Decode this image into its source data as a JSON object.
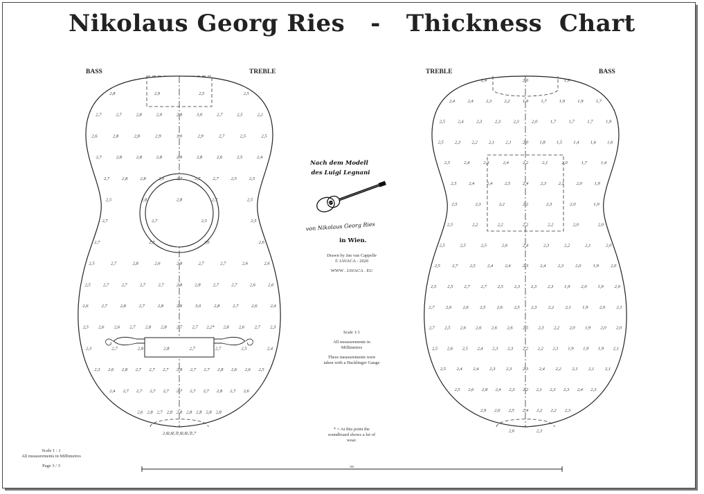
{
  "title": "Nikolaus Georg Ries   -   Thickness  Chart",
  "left_labels": {
    "bass": "BASS",
    "treble": "TREBLE"
  },
  "right_labels": {
    "treble": "TREBLE",
    "bass": "BASS"
  },
  "logo": {
    "line1": "Nach dem Modell",
    "line2": "des Luigi Legnani",
    "line3": "von Nikolaus Georg Ries",
    "line4": "in Wien."
  },
  "credits": {
    "drawn_by": "Drawn   by   Jan  van  Cappelle",
    "copyright": "©  JAVACA   -   2020",
    "website": "WWW . JAVACA . EU"
  },
  "center_notes": {
    "scale": "Scale 1:1",
    "measurements": "All measurements in Millimetres",
    "gauge": "These measurements were taken with a Hacklinger Gauge",
    "wear_note": "* = At this point the soundboard shows a lot of wear."
  },
  "bottom_left": {
    "scale": "Scale 1 : 1",
    "measurements": "All measurements in Millimetres",
    "page": "Page 3 / 3"
  },
  "scale_bar_label": "500",
  "colors": {
    "line": "#222222",
    "frame": "#444444",
    "text": "#333333"
  },
  "soundboard_measurements": [
    {
      "row": 1,
      "values": [
        "2,8",
        "2,9",
        "2,5",
        "2,5"
      ]
    },
    {
      "row": 2,
      "values": [
        "2,7",
        "2,7",
        "2,8",
        "2,9",
        "2,8",
        "3,0",
        "2,7",
        "2,5",
        "2,2"
      ]
    },
    {
      "row": 3,
      "values": [
        "2,6",
        "2,8",
        "2,8",
        "2,9",
        "3,0",
        "2,9",
        "2,7",
        "2,5",
        "2,5"
      ]
    },
    {
      "row": 4,
      "values": [
        "2,7",
        "2,8",
        "2,8",
        "2,8",
        "2,9",
        "2,8",
        "2,6",
        "2,5",
        "2,4"
      ]
    },
    {
      "row": 5,
      "values": [
        "2,7",
        "2,8",
        "2,8",
        "2,9",
        "2,7",
        "2,7",
        "2,7",
        "2,5",
        "2,5"
      ]
    },
    {
      "row": 6,
      "values": [
        "2,5",
        "2,8",
        "2,8",
        "2,7",
        "2,5"
      ]
    },
    {
      "row": 7,
      "values": [
        "2,7",
        "2,7",
        "2,5",
        "2,5"
      ]
    },
    {
      "row": 8,
      "values": [
        "2,7",
        "2,7",
        "2,6",
        "2,6"
      ]
    },
    {
      "row": 9,
      "values": [
        "2,5",
        "2,7",
        "2,8",
        "2,6",
        "2,8",
        "2,7",
        "2,7",
        "2,6",
        "2,6"
      ]
    },
    {
      "row": 10,
      "values": [
        "2,5",
        "2,7",
        "2,7",
        "2,7",
        "2,7",
        "2,8",
        "2,8",
        "2,7",
        "2,7",
        "2,6",
        "2,6"
      ]
    },
    {
      "row": 11,
      "values": [
        "2,6",
        "2,7",
        "2,8",
        "2,7",
        "2,8",
        "2,9",
        "3,0",
        "2,8",
        "2,7",
        "2,6",
        "2,4"
      ]
    },
    {
      "row": 12,
      "values": [
        "2,5",
        "2,6",
        "2,6",
        "2,7",
        "2,8",
        "2,8",
        "2,7",
        "2,7",
        "2,2*",
        "2,8",
        "2,6",
        "2,7",
        "2,3"
      ]
    },
    {
      "row": 13,
      "values": [
        "2,3",
        "2,7",
        "2,8",
        "2,8",
        "2,7",
        "2,7",
        "2,5",
        "2,4"
      ]
    },
    {
      "row": 14,
      "values": [
        "2,3",
        "2,6",
        "2,8",
        "2,7",
        "2,7",
        "2,7",
        "2,8",
        "2,7",
        "2,7",
        "2,8",
        "2,6",
        "2,6",
        "2,5"
      ]
    },
    {
      "row": 15,
      "values": [
        "2,4",
        "2,7",
        "2,7",
        "2,7",
        "2,7",
        "2,7",
        "2,7",
        "2,7",
        "2,8",
        "2,7",
        "2,6"
      ]
    },
    {
      "row": 16,
      "values": [
        "2,6",
        "2,8",
        "2,7",
        "2,8",
        "2,8",
        "2,8",
        "2,8",
        "2,8",
        "2,8"
      ]
    },
    {
      "row": 17,
      "values": [
        "2,6",
        "2,6",
        "2,7",
        "2,6",
        "2,6",
        "2,7",
        "2,7"
      ]
    }
  ],
  "back_measurements": [
    {
      "row": 1,
      "values": [
        "2,4",
        "2,0",
        "1,9"
      ]
    },
    {
      "row": 2,
      "values": [
        "2,4",
        "2,4",
        "2,3",
        "2,2",
        "1,9",
        "1,7",
        "1,9",
        "1,9",
        "1,7"
      ]
    },
    {
      "row": 3,
      "values": [
        "2,5",
        "2,4",
        "2,3",
        "2,3",
        "2,3",
        "2,0",
        "1,7",
        "1,7",
        "1,7",
        "1,9"
      ]
    },
    {
      "row": 4,
      "values": [
        "2,5",
        "2,3",
        "2,2",
        "2,1",
        "2,1",
        "2,0",
        "1,8",
        "1,5",
        "1,4",
        "1,6",
        "1,6"
      ]
    },
    {
      "row": 5,
      "values": [
        "2,5",
        "2,4",
        "2,3",
        "2,4",
        "2,2",
        "2,1",
        "2,0",
        "1,7",
        "1,4"
      ]
    },
    {
      "row": 6,
      "values": [
        "2,5",
        "2,4",
        "2,4",
        "2,5",
        "2,4",
        "2,3",
        "2,1",
        "2,0",
        "1,9"
      ]
    },
    {
      "row": 7,
      "values": [
        "2,5",
        "2,3",
        "2,2",
        "2,2",
        "2,3",
        "2,0",
        "1,9"
      ]
    },
    {
      "row": 8,
      "values": [
        "2,5",
        "2,2",
        "2,2",
        "2,2",
        "2,2",
        "2,0",
        "2,0"
      ]
    },
    {
      "row": 9,
      "values": [
        "2,5",
        "2,5",
        "2,5",
        "2,6",
        "2,4",
        "2,3",
        "2,2",
        "2,1",
        "2,0"
      ]
    },
    {
      "row": 10,
      "values": [
        "2,5",
        "2,7",
        "2,5",
        "2,4",
        "2,4",
        "2,3",
        "2,4",
        "2,3",
        "2,0",
        "1,9",
        "2,0"
      ]
    },
    {
      "row": 11,
      "values": [
        "2,5",
        "2,5",
        "2,7",
        "2,7",
        "2,5",
        "2,3",
        "2,3",
        "2,3",
        "1,9",
        "2,0",
        "1,9",
        "2,0"
      ]
    },
    {
      "row": 12,
      "values": [
        "2,7",
        "2,6",
        "2,6",
        "2,5",
        "2,6",
        "2,5",
        "2,3",
        "2,2",
        "2,1",
        "1,9",
        "2,0",
        "2,1"
      ]
    },
    {
      "row": 13,
      "values": [
        "2,7",
        "2,5",
        "2,6",
        "2,6",
        "2,6",
        "2,6",
        "2,5",
        "2,3",
        "2,2",
        "2,0",
        "1,9",
        "2,0",
        "2,0"
      ]
    },
    {
      "row": 14,
      "values": [
        "2,5",
        "2,6",
        "2,5",
        "2,4",
        "2,3",
        "2,3",
        "2,2",
        "2,2",
        "2,1",
        "1,9",
        "1,9",
        "1,9",
        "2,1"
      ]
    },
    {
      "row": 15,
      "values": [
        "2,5",
        "2,4",
        "2,4",
        "2,3",
        "2,3",
        "2,3",
        "2,4",
        "2,2",
        "2,1",
        "2,1",
        "2,1"
      ]
    },
    {
      "row": 16,
      "values": [
        "2,5",
        "2,6",
        "2,8",
        "2,4",
        "2,3",
        "2,2",
        "2,1",
        "2,3",
        "2,3",
        "2,4",
        "2,3"
      ]
    },
    {
      "row": 17,
      "values": [
        "2,9",
        "2,6",
        "2,5",
        "2,4",
        "2,2",
        "2,2",
        "2,3"
      ]
    },
    {
      "row": 18,
      "values": [
        "2,6",
        "2,3"
      ]
    }
  ]
}
